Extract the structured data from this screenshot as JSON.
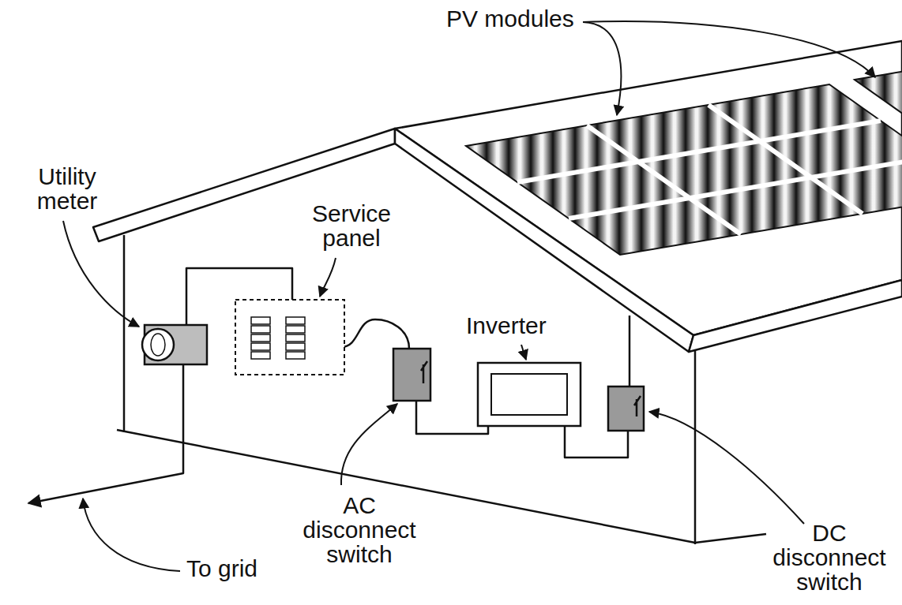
{
  "diagram": {
    "labels": [
      "PV modules",
      "Utility meter",
      "Service panel",
      "Inverter",
      "AC disconnect switch",
      "DC disconnect switch",
      "To grid"
    ]
  }
}
